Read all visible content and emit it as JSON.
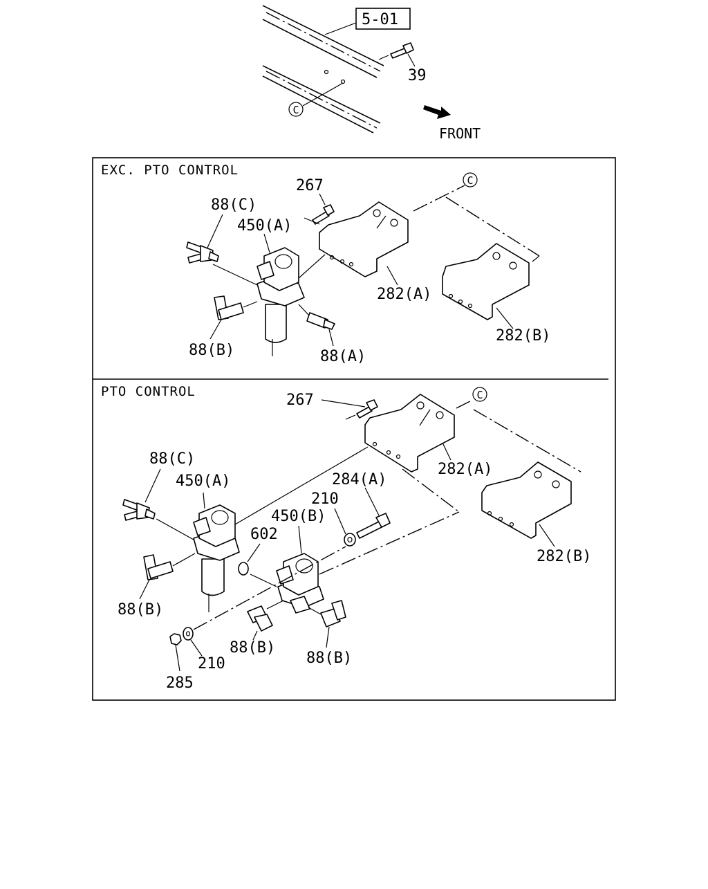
{
  "diagram": {
    "top": {
      "ref_box": "5-01",
      "bolt_label": "39",
      "callout_c": "C",
      "front_label": "FRONT"
    },
    "exc_section": {
      "title": "EXC. PTO CONTROL",
      "labels": {
        "bolt": "267",
        "tee": "88(C)",
        "valve": "450(A)",
        "bracket_a": "282(A)",
        "bracket_b": "282(B)",
        "elbow": "88(B)",
        "straight": "88(A)",
        "callout_c": "C"
      }
    },
    "pto_section": {
      "title": "PTO CONTROL",
      "labels": {
        "bolt": "267",
        "callout_c": "C",
        "bracket_a": "282(A)",
        "bracket_b": "282(B)",
        "tee": "88(C)",
        "valve_a": "450(A)",
        "bolt_b": "284(A)",
        "washer_top": "210",
        "valve_b": "450(B)",
        "oring": "602",
        "elbow_left": "88(B)",
        "elbow_mid": "88(B)",
        "elbow_right": "88(B)",
        "washer_bottom": "210",
        "nut": "285"
      }
    }
  }
}
